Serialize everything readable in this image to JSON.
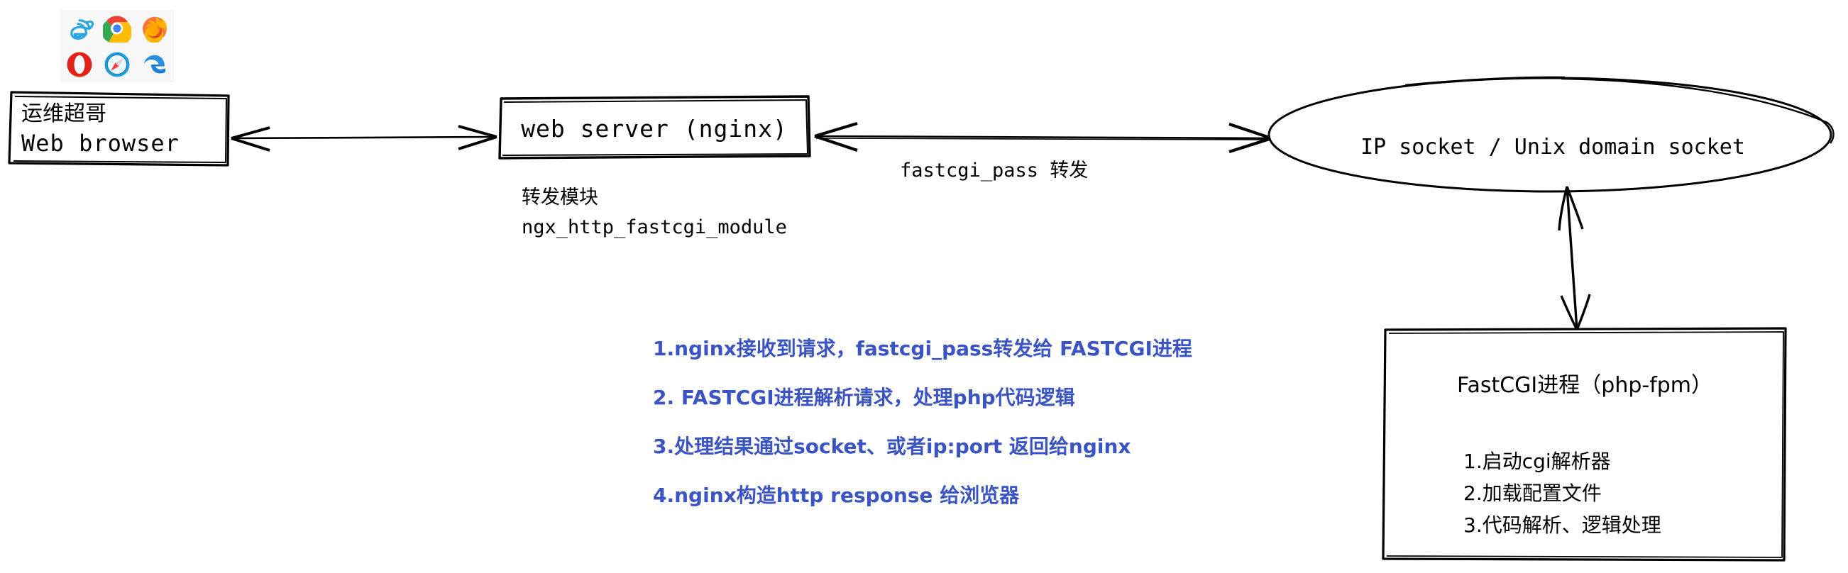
{
  "diagram": {
    "title": "nginx FastCGI request flow",
    "colors": {
      "stroke": "#000000",
      "note_blue": "#3a54c4",
      "icon_panel_bg": "#f7f7f7"
    },
    "browser_icons": [
      {
        "name": "internet-explorer-icon",
        "label": "Internet Explorer"
      },
      {
        "name": "chrome-icon",
        "label": "Google Chrome"
      },
      {
        "name": "firefox-icon",
        "label": "Mozilla Firefox"
      },
      {
        "name": "opera-icon",
        "label": "Opera"
      },
      {
        "name": "safari-icon",
        "label": "Safari"
      },
      {
        "name": "edge-icon",
        "label": "Microsoft Edge"
      }
    ],
    "browser_box": {
      "line1": "运维超哥",
      "line2": "Web browser"
    },
    "web_server_box": {
      "label": "web server (nginx)"
    },
    "ngx_module_caption": {
      "line1": "转发模块",
      "line2": "ngx_http_fastcgi_module"
    },
    "fastcgi_pass_caption": "fastcgi_pass 转发",
    "socket_ellipse": {
      "label": "IP socket / Unix domain socket"
    },
    "fastcgi_process_box": {
      "title": "FastCGI进程（php-fpm）",
      "steps": [
        "1.启动cgi解析器",
        "2.加载配置文件",
        "3.代码解析、逻辑处理"
      ]
    },
    "notes": [
      "1.nginx接收到请求，fastcgi_pass转发给 FASTCGI进程",
      "2. FASTCGI进程解析请求，处理php代码逻辑",
      "3.处理结果通过socket、或者ip:port 返回给nginx",
      "4.nginx构造http response 给浏览器"
    ],
    "connectors": [
      {
        "name": "browser-to-webserver-arrow",
        "type": "double-headed-horizontal"
      },
      {
        "name": "webserver-to-socket-arrow",
        "type": "double-headed-horizontal"
      },
      {
        "name": "socket-to-fastcgi-arrow",
        "type": "double-headed-vertical"
      }
    ]
  }
}
